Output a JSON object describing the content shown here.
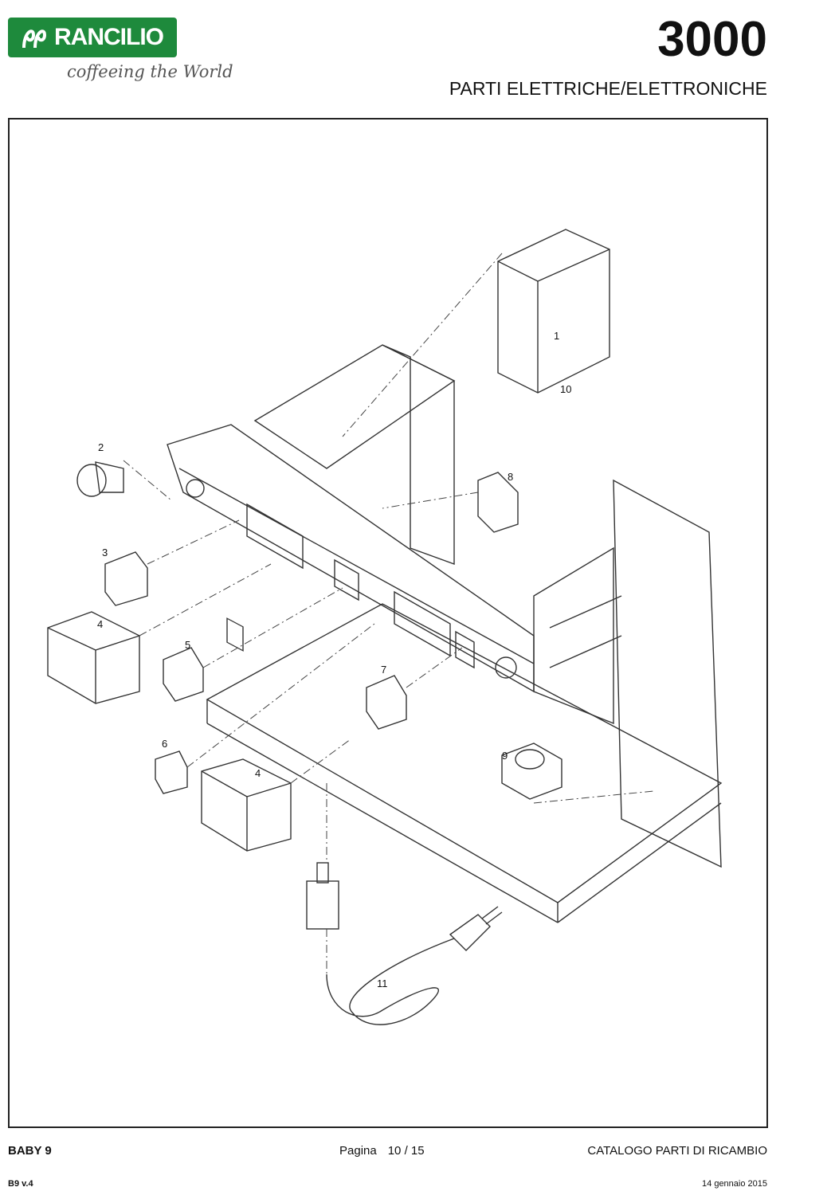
{
  "header": {
    "brand": "RANCILIO",
    "tagline": "coffeeing the World",
    "model_code": "3000",
    "section_title": "PARTI ELETTRICHE/ELETTRONICHE"
  },
  "drawing": {
    "part_labels": [
      "1",
      "2",
      "3",
      "4",
      "5",
      "6",
      "7",
      "8",
      "9",
      "10",
      "11",
      "4"
    ]
  },
  "footer": {
    "model": "BABY 9",
    "page_label": "Pagina",
    "page_value": "10 / 15",
    "catalog": "CATALOGO PARTI DI RICAMBIO",
    "version": "B9 v.4",
    "date": "14 gennaio 2015"
  },
  "colors": {
    "brand_green": "#1e8a3c",
    "line": "#222222"
  }
}
